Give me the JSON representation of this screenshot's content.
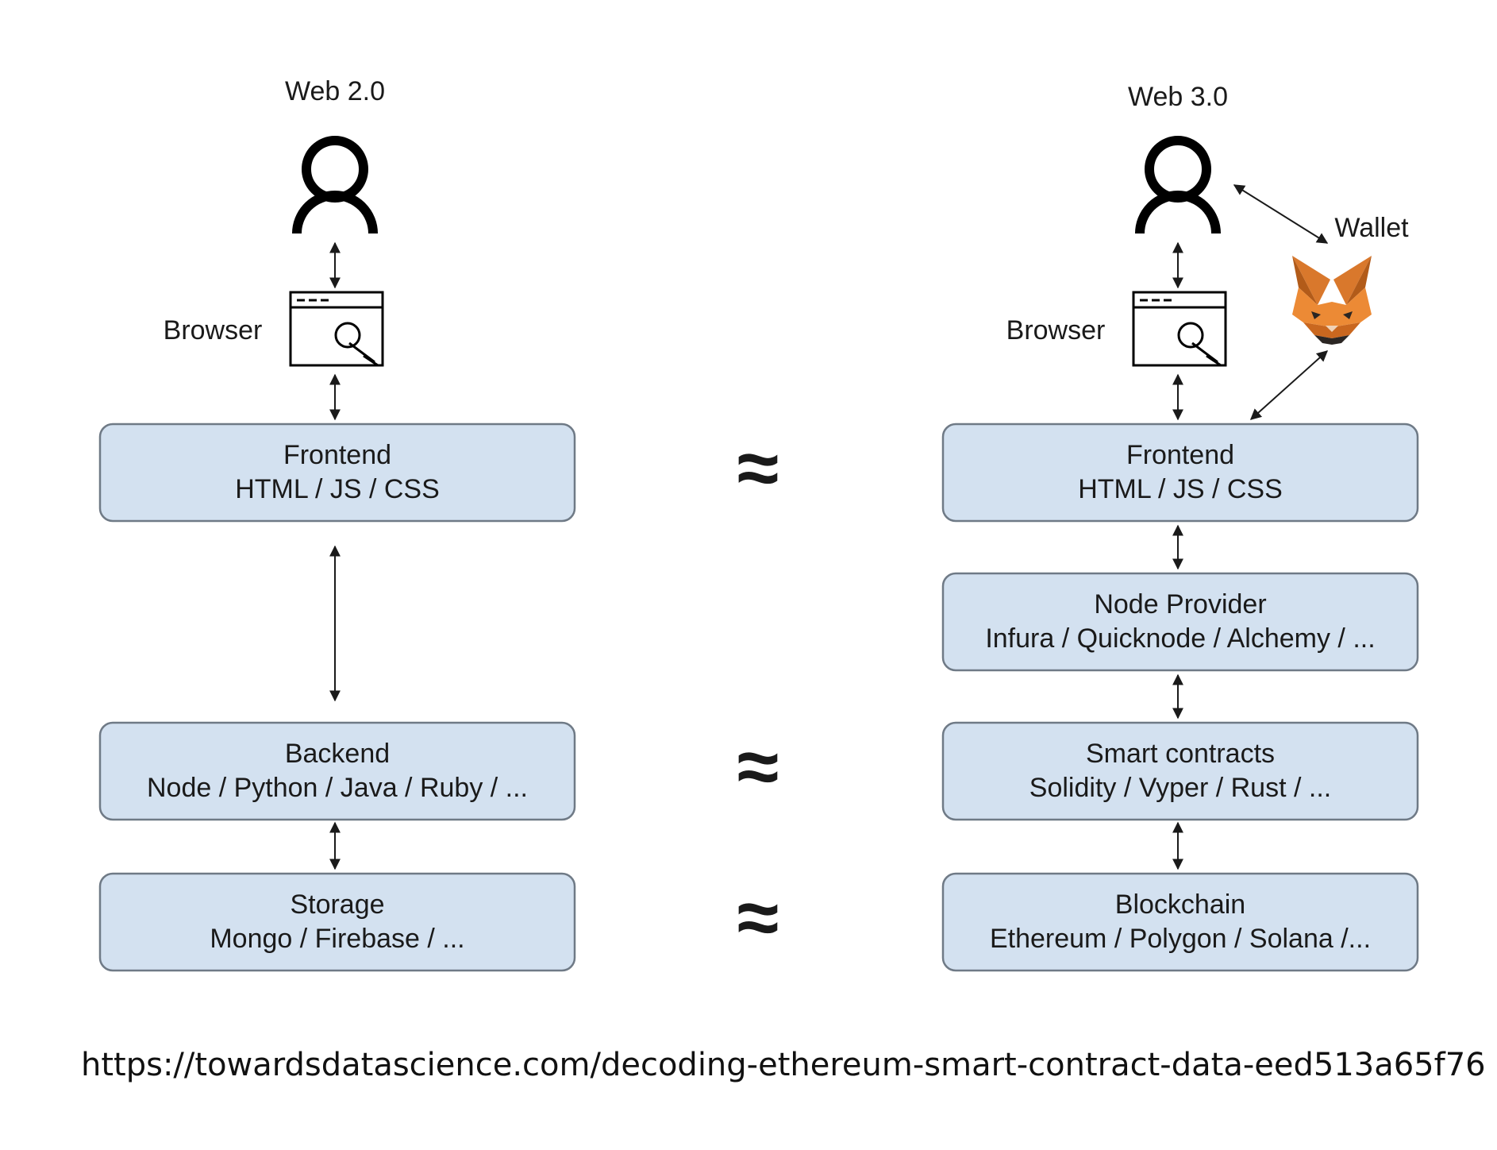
{
  "web2": {
    "title": "Web 2.0",
    "browser_label": "Browser",
    "frontend": {
      "title": "Frontend",
      "subtitle": "HTML / JS / CSS"
    },
    "backend": {
      "title": "Backend",
      "subtitle": "Node / Python / Java / Ruby / ..."
    },
    "storage": {
      "title": "Storage",
      "subtitle": "Mongo / Firebase / ..."
    }
  },
  "web3": {
    "title": "Web 3.0",
    "browser_label": "Browser",
    "wallet_label": "Wallet",
    "frontend": {
      "title": "Frontend",
      "subtitle": "HTML / JS / CSS"
    },
    "node_provider": {
      "title": "Node Provider",
      "subtitle": "Infura / Quicknode / Alchemy / ..."
    },
    "smart_contracts": {
      "title": "Smart contracts",
      "subtitle": "Solidity / Vyper / Rust / ..."
    },
    "blockchain": {
      "title": "Blockchain",
      "subtitle": "Ethereum / Polygon / Solana /..."
    }
  },
  "approx_symbol": "≈",
  "source_url": "https://towardsdatascience.com/decoding-ethereum-smart-contract-data-eed513a65f76",
  "icons": {
    "user": "user-icon",
    "browser": "browser-window-wrench-icon",
    "wallet": "metamask-fox-icon"
  },
  "colors": {
    "box_fill": "#d3e1f0",
    "box_stroke": "#6f7a86",
    "text": "#1a1a1a"
  }
}
